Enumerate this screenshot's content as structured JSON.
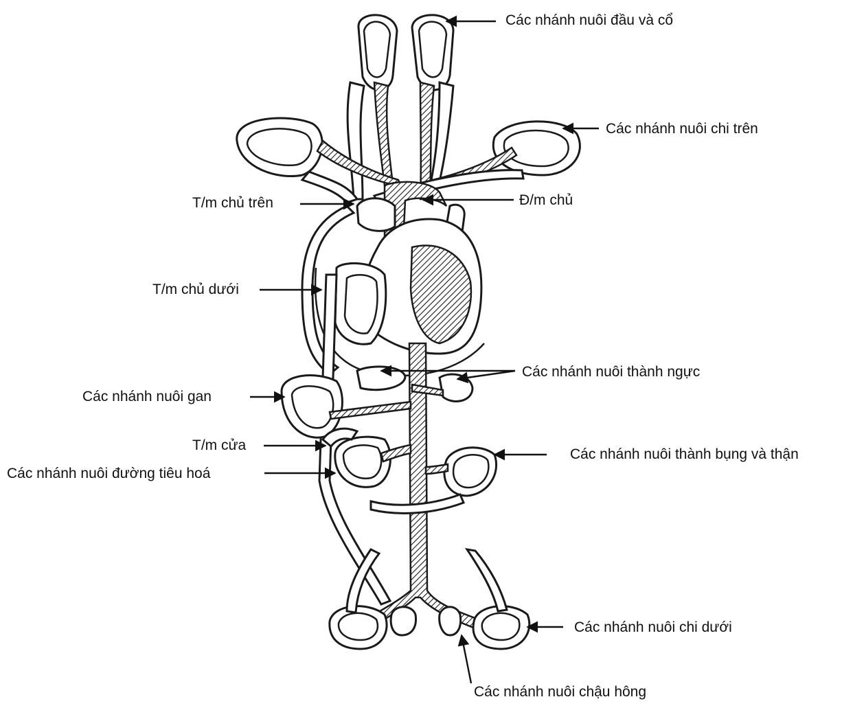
{
  "labels": {
    "head_neck": "Các nhánh nuôi đầu và cổ",
    "upper_limb": "Các nhánh nuôi chi trên",
    "svc": "T/m chủ trên",
    "aorta": "Đ/m chủ",
    "ivc": "T/m chủ dưới",
    "chest_wall": "Các nhánh nuôi thành ngực",
    "liver": "Các nhánh nuôi gan",
    "portal": "T/m cửa",
    "abdominal_kidney": "Các nhánh nuôi thành bụng và thận",
    "digestive": "Các nhánh nuôi đường tiêu hoá",
    "lower_limb": "Các nhánh nuôi chi dưới",
    "pelvis": "Các nhánh nuôi chậu hông"
  },
  "colors": {
    "ink": "#1a1a1a",
    "background": "#ffffff"
  }
}
